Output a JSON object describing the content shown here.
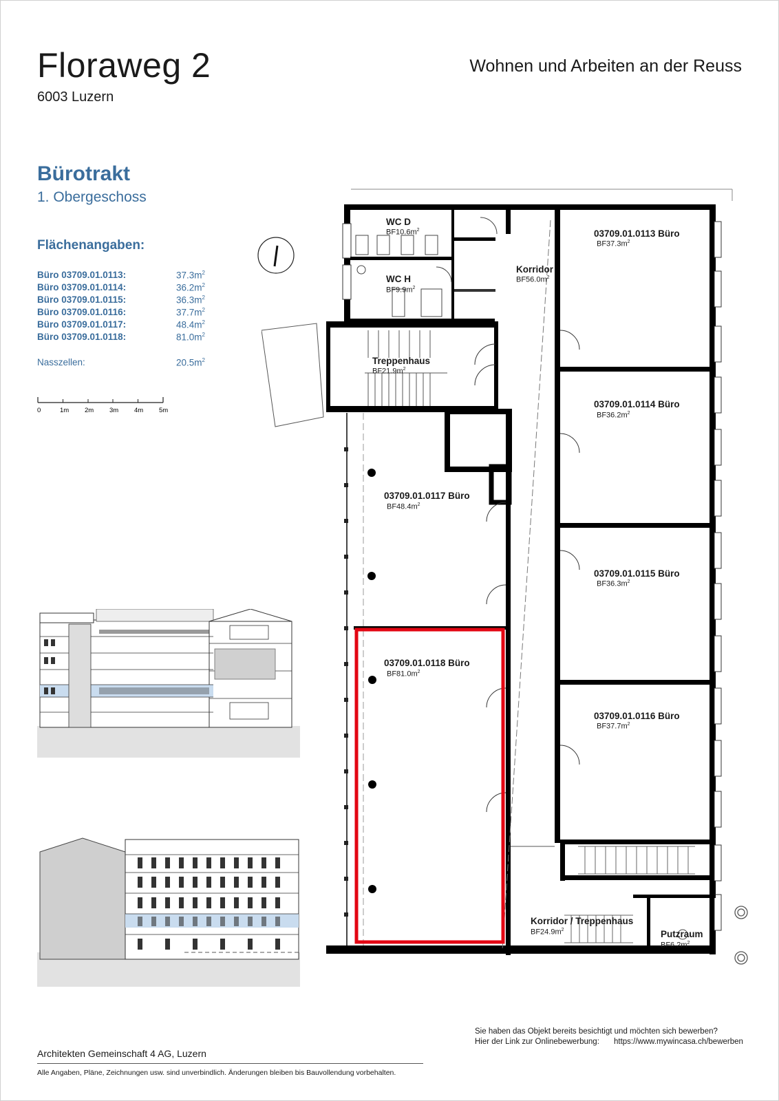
{
  "header": {
    "title": "Floraweg 2",
    "city": "6003 Luzern",
    "tagline": "Wohnen und Arbeiten an der Reuss"
  },
  "section": {
    "title": "Bürotrakt",
    "floor": "1. Obergeschoss"
  },
  "areas": {
    "heading": "Flächenangaben:",
    "rows": [
      {
        "label": "Büro 03709.01.0113:",
        "value": "37.3m",
        "exp": "2"
      },
      {
        "label": "Büro 03709.01.0114:",
        "value": "36.2m",
        "exp": "2"
      },
      {
        "label": "Büro 03709.01.0115:",
        "value": "36.3m",
        "exp": "2"
      },
      {
        "label": "Büro 03709.01.0116:",
        "value": "37.7m",
        "exp": "2"
      },
      {
        "label": "Büro 03709.01.0117:",
        "value": "48.4m",
        "exp": "2"
      },
      {
        "label": "Büro 03709.01.0118:",
        "value": "81.0m",
        "exp": "2"
      }
    ],
    "wet_label": "Nasszellen:",
    "wet_value": "20.5m",
    "wet_exp": "2"
  },
  "scale": {
    "ticks": [
      "0",
      "1m",
      "2m",
      "3m",
      "4m",
      "5m"
    ]
  },
  "plan": {
    "rooms": [
      {
        "name": "WC D",
        "area": "BF10.6m",
        "exp": "2"
      },
      {
        "name": "WC H",
        "area": "BF9.9m",
        "exp": "2"
      },
      {
        "name": "Korridor",
        "area": "BF56.0m",
        "exp": "2"
      },
      {
        "name": "Treppenhaus",
        "area": "BF21.9m",
        "exp": "2"
      },
      {
        "name": "03709.01.0113 Büro",
        "area": "BF37.3m",
        "exp": "2"
      },
      {
        "name": "03709.01.0114 Büro",
        "area": "BF36.2m",
        "exp": "2"
      },
      {
        "name": "03709.01.0117 Büro",
        "area": "BF48.4m",
        "exp": "2"
      },
      {
        "name": "03709.01.0115 Büro",
        "area": "BF36.3m",
        "exp": "2"
      },
      {
        "name": "03709.01.0118 Büro",
        "area": "BF81.0m",
        "exp": "2"
      },
      {
        "name": "03709.01.0116 Büro",
        "area": "BF37.7m",
        "exp": "2"
      },
      {
        "name": "Korridor / Treppenhaus",
        "area": "BF24.9m",
        "exp": "2"
      },
      {
        "name": "Putzraum",
        "area": "BF6.2m",
        "exp": "2"
      }
    ],
    "highlight_color": "#e30613",
    "accent_color": "#3a6d9c"
  },
  "footer": {
    "architect": "Architekten Gemeinschaft 4 AG, Luzern",
    "disclaimer": "Alle Angaben, Pläne, Zeichnungen usw. sind unverbindlich. Änderungen bleiben bis Bauvollendung vorbehalten.",
    "apply_line1": "Sie haben das Objekt bereits besichtigt und möchten sich bewerben?",
    "apply_line2": "Hier der Link zur Onlinebewerbung:",
    "apply_url": "https://www.mywincasa.ch/bewerben"
  }
}
